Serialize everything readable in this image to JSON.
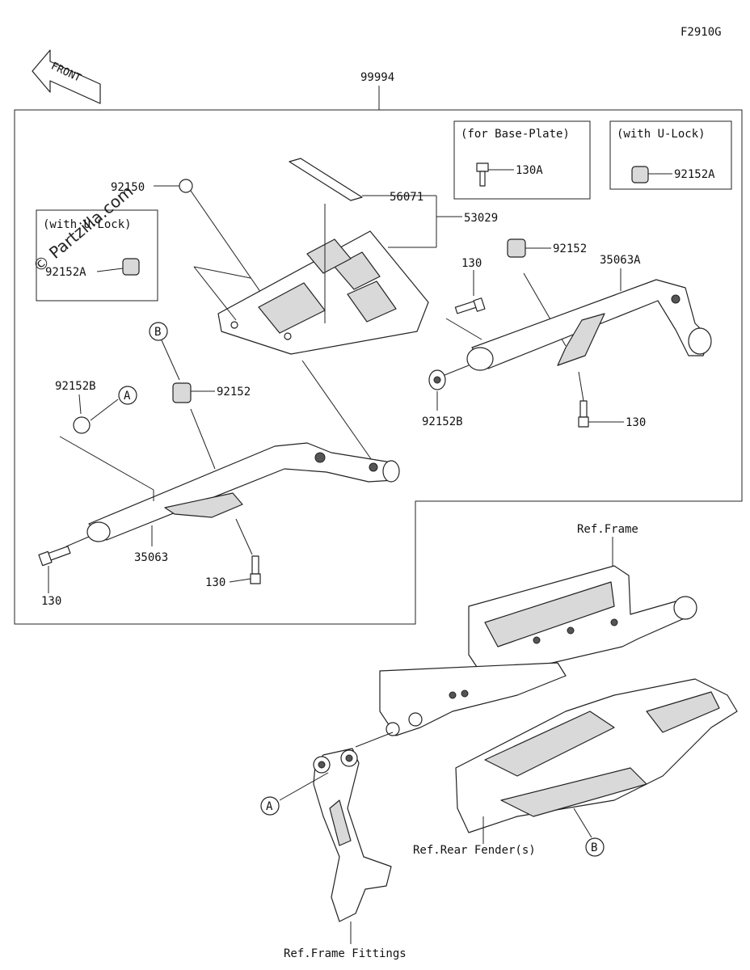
{
  "figure_code": "F2910G",
  "front_arrow": {
    "label": "FRONT",
    "icon": "front-arrow-icon"
  },
  "watermark": "© Partzilla.com",
  "assembly_label": "99994",
  "boxes": {
    "base_plate": {
      "title": "(for Base-Plate)",
      "part": "130A"
    },
    "u_lock_right": {
      "title": "(with U-Lock)",
      "part": "92152A"
    },
    "u_lock_left": {
      "title": "(with U-Lock)",
      "part": "92152A"
    }
  },
  "part_labels": {
    "bolt_top": "92150",
    "strap": "56071",
    "rack": "53029",
    "collar_right": "92152",
    "bolt_130_top": "130",
    "bar_right": "35063A",
    "collar_right_b": "92152B",
    "bolt_130_right": "130",
    "collar_left_b": "92152B",
    "collar_left": "92152",
    "bar_left": "35063",
    "bolt_130_left": "130",
    "bolt_130_bottom": "130"
  },
  "callouts": {
    "a1": "A",
    "b1": "B",
    "a2": "A",
    "b2": "B"
  },
  "references": {
    "frame": "Ref.Frame",
    "rear_fender": "Ref.Rear Fender(s)",
    "frame_fittings": "Ref.Frame Fittings"
  }
}
